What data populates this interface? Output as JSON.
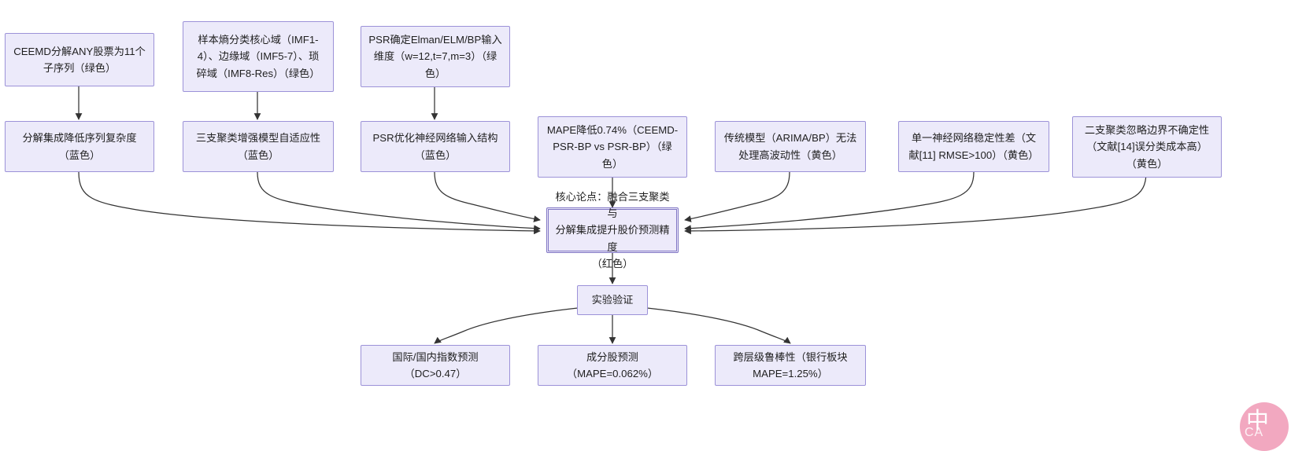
{
  "diagram": {
    "type": "flowchart",
    "title": "",
    "theme": {
      "node_fill": "#ECEAFA",
      "node_border": "#9C92D8",
      "core_border": "#8076C4",
      "edge_color": "#333333",
      "background": "#FFFFFF",
      "watermark_color": "#F2A8C0"
    },
    "nodes": [
      {
        "id": "n1",
        "label": "CEEMD分解ANY股票为11个\n子序列（绿色）",
        "row": "top",
        "color_tag": "绿色"
      },
      {
        "id": "n2",
        "label": "样本熵分类核心域（IMF1-\n4）、边缘域（IMF5-7）、琐\n碎域（IMF8-Res）（绿色）",
        "row": "top",
        "color_tag": "绿色"
      },
      {
        "id": "n3",
        "label": "PSR确定Elman/ELM/BP输入\n维度（w=12,t=7,m=3）（绿\n色）",
        "row": "top",
        "color_tag": "绿色"
      },
      {
        "id": "n4",
        "label": "分解集成降低序列复杂度\n（蓝色）",
        "row": "middle",
        "color_tag": "蓝色"
      },
      {
        "id": "n5",
        "label": "三支聚类增强模型自适应性\n（蓝色）",
        "row": "middle",
        "color_tag": "蓝色"
      },
      {
        "id": "n6",
        "label": "PSR优化神经网络输入结构\n（蓝色）",
        "row": "middle",
        "color_tag": "蓝色"
      },
      {
        "id": "n7",
        "label": "MAPE降低0.74%（CEEMD-\nPSR-BP vs PSR-BP）（绿\n色）",
        "row": "middle",
        "color_tag": "绿色"
      },
      {
        "id": "n8",
        "label": "传统模型（ARIMA/BP）无法\n处理高波动性（黄色）",
        "row": "middle",
        "color_tag": "黄色"
      },
      {
        "id": "n9",
        "label": "单一神经网络稳定性差（文\n献[11] RMSE>100）（黄色）",
        "row": "middle",
        "color_tag": "黄色"
      },
      {
        "id": "n10",
        "label": "二支聚类忽略边界不确定性\n（文献[14]误分类成本高）\n（黄色）",
        "row": "middle",
        "color_tag": "黄色"
      },
      {
        "id": "core",
        "label": "核心论点：融合三支聚类与\n分解集成提升股价预测精度\n（红色）",
        "row": "core",
        "color_tag": "红色"
      },
      {
        "id": "exp",
        "label": "实验验证",
        "row": "verify",
        "color_tag": ""
      },
      {
        "id": "r1",
        "label": "国际/国内指数预测\n（DC>0.47）",
        "row": "bottom",
        "color_tag": ""
      },
      {
        "id": "r2",
        "label": "成分股预测\n（MAPE=0.062%）",
        "row": "bottom",
        "color_tag": ""
      },
      {
        "id": "r3",
        "label": "跨层级鲁棒性（银行板块\nMAPE=1.25%）",
        "row": "bottom",
        "color_tag": ""
      }
    ],
    "edges": [
      {
        "from": "n1",
        "to": "n4"
      },
      {
        "from": "n2",
        "to": "n5"
      },
      {
        "from": "n3",
        "to": "n6"
      },
      {
        "from": "n4",
        "to": "core"
      },
      {
        "from": "n5",
        "to": "core"
      },
      {
        "from": "n6",
        "to": "core"
      },
      {
        "from": "n7",
        "to": "core"
      },
      {
        "from": "n8",
        "to": "core"
      },
      {
        "from": "n9",
        "to": "core"
      },
      {
        "from": "n10",
        "to": "core"
      },
      {
        "from": "core",
        "to": "exp"
      },
      {
        "from": "exp",
        "to": "r1"
      },
      {
        "from": "exp",
        "to": "r2"
      },
      {
        "from": "exp",
        "to": "r3"
      }
    ]
  },
  "watermark": {
    "char": "中",
    "sub": "CA"
  }
}
